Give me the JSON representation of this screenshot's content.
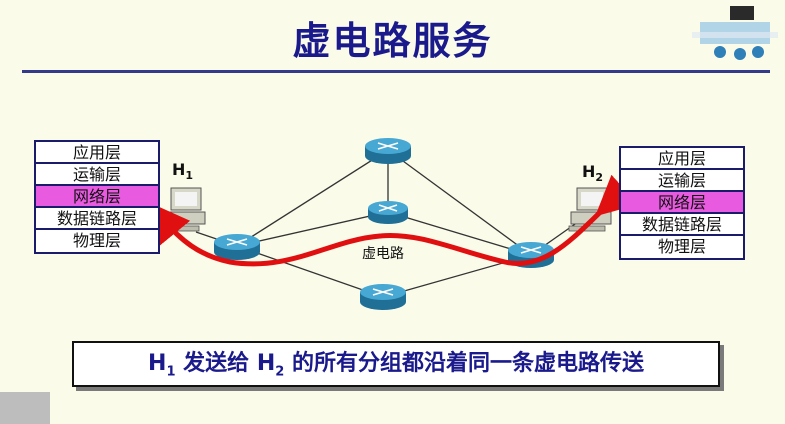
{
  "title": "虚电路服务",
  "left_stack": [
    "应用层",
    "运输层",
    "网络层",
    "数据链路层",
    "物理层"
  ],
  "right_stack": [
    "应用层",
    "运输层",
    "网络层",
    "数据链路层",
    "物理层"
  ],
  "active_layer": "网络层",
  "hosts": {
    "h1": {
      "letter": "H",
      "sub": "1"
    },
    "h2": {
      "letter": "H",
      "sub": "2"
    }
  },
  "vc_label": "虚电路",
  "caption": {
    "h1_letter": "H",
    "h1_sub": "1",
    "mid": " 发送给 ",
    "h2_letter": "H",
    "h2_sub": "2",
    "tail": " 的所有分组都沿着同一条虚电路传送"
  },
  "colors": {
    "title": "#1a1a8c",
    "active_layer": "#e85ae0",
    "path": "#e01010",
    "router": "#2f8fb8"
  }
}
